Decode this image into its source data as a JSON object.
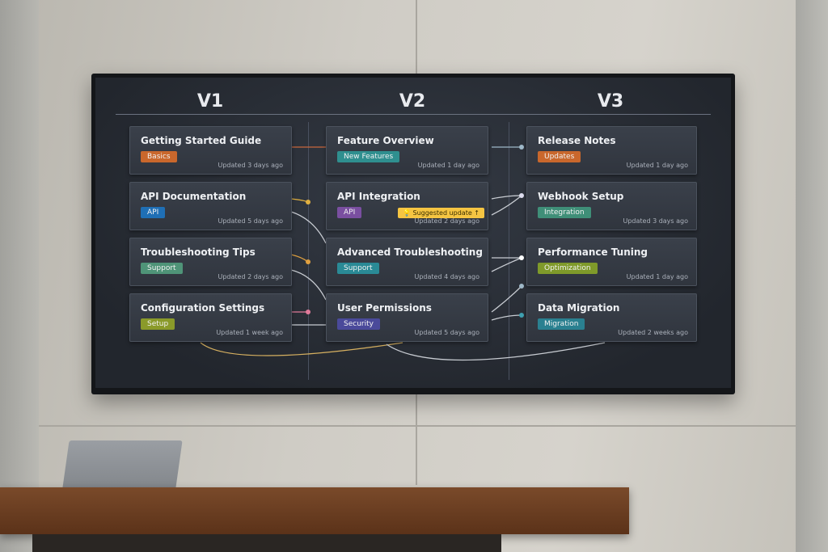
{
  "columns": [
    "V1",
    "V2",
    "V3"
  ],
  "cards": [
    {
      "title": "Getting Started Guide",
      "tag": "Basics",
      "tag_color": "#c9672c",
      "updated": "Updated 3 days ago"
    },
    {
      "title": "API Documentation",
      "tag": "API",
      "tag_color": "#1f6fb5",
      "updated": "Updated 5 days ago"
    },
    {
      "title": "Troubleshooting Tips",
      "tag": "Support",
      "tag_color": "#4f9478",
      "updated": "Updated 2 days ago"
    },
    {
      "title": "Configuration Settings",
      "tag": "Setup",
      "tag_color": "#8a9a2a",
      "updated": "Updated 1 week ago"
    },
    {
      "title": "Feature Overview",
      "tag": "New Features",
      "tag_color": "#2f8f8f",
      "updated": "Updated 1 day ago"
    },
    {
      "title": "API Integration",
      "tag": "API",
      "tag_color": "#7a4fa0",
      "updated": "Updated 2 days ago",
      "suggestion": "Suggested update"
    },
    {
      "title": "Advanced Troubleshooting",
      "tag": "Support",
      "tag_color": "#2a8a96",
      "updated": "Updated 4 days ago"
    },
    {
      "title": "User Permissions",
      "tag": "Security",
      "tag_color": "#4a4a9a",
      "updated": "Updated 5 days ago"
    },
    {
      "title": "Release Notes",
      "tag": "Updates",
      "tag_color": "#c9672c",
      "updated": "Updated 1 day ago"
    },
    {
      "title": "Webhook Setup",
      "tag": "Integration",
      "tag_color": "#3f8f78",
      "updated": "Updated 3 days ago"
    },
    {
      "title": "Performance Tuning",
      "tag": "Optimization",
      "tag_color": "#7f9a2a",
      "updated": "Updated 1 day ago"
    },
    {
      "title": "Data Migration",
      "tag": "Migration",
      "tag_color": "#2a8090",
      "updated": "Updated 2 weeks ago"
    }
  ]
}
